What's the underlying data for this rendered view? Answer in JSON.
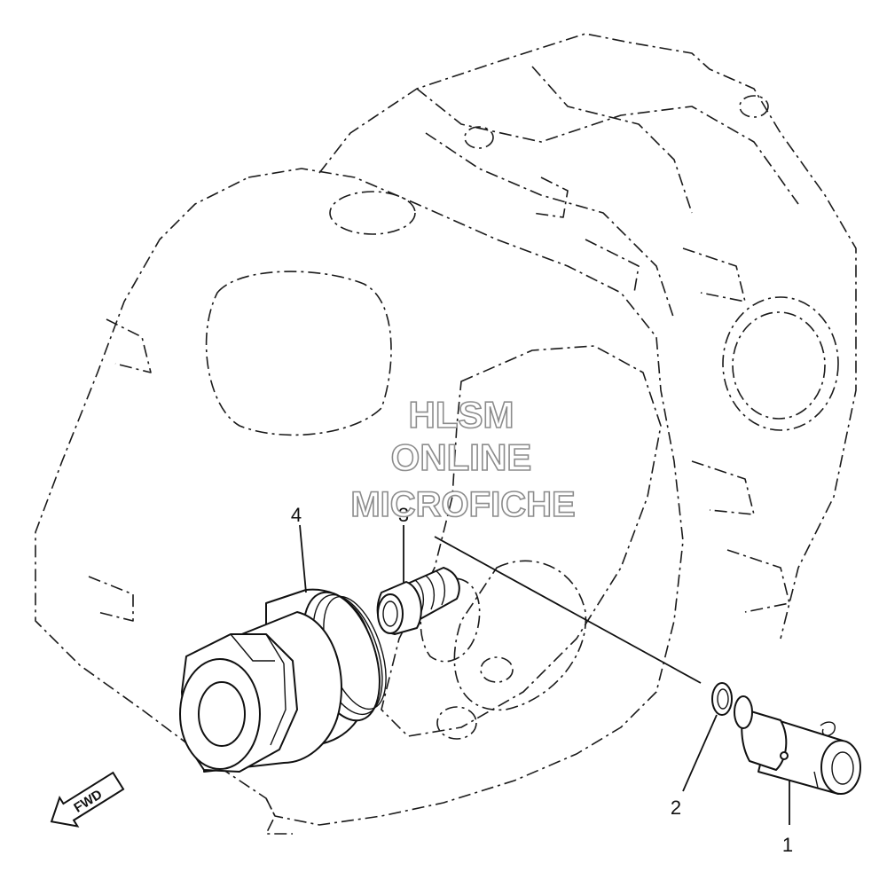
{
  "watermark": {
    "line1": "HLSM",
    "line2": "ONLINE",
    "line3": "MICROFICHE"
  },
  "direction_marker": {
    "label": "FWD",
    "icon": "fwd-arrow-icon"
  },
  "callouts": [
    {
      "id": "1",
      "label": "1"
    },
    {
      "id": "2",
      "label": "2"
    },
    {
      "id": "3",
      "label": "3"
    },
    {
      "id": "4",
      "label": "4"
    }
  ],
  "colors": {
    "line": "#111111",
    "watermark_outline": "#8c8c8c",
    "background": "#ffffff"
  }
}
